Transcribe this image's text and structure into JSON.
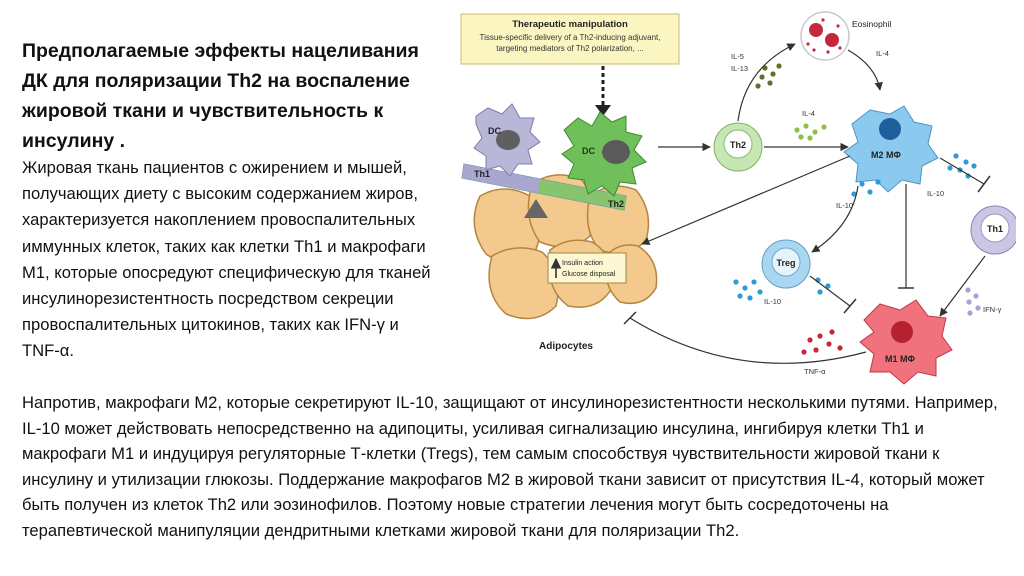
{
  "slide": {
    "title": "Предполагаемые эффекты нацеливания ДК для поляризации Th2 на воспаление жировой ткани и чувствительность к инсулину .",
    "intro": "Жировая ткань пациентов с ожирением и мышей, получающих диету с высоким содержанием жиров, характеризуется накоплением провоспалительных иммунных клеток, таких как клетки Th1 и макрофаги M1, которые опосредуют специфическую для тканей инсулинорезистентность посредством секреции провоспалительных цитокинов, таких как IFN-γ и TNF-α.",
    "body": "Напротив, макрофаги M2, которые секретируют IL-10, защищают от инсулинорезистентности несколькими путями. Например, IL-10 может действовать непосредственно на адипоциты, усиливая сигнализацию инсулина, ингибируя клетки Th1 и макрофаги M1 и индуцируя регуляторные Т-клетки (Tregs), тем самым способствуя чувствительности жировой ткани к инсулину и утилизации глюкозы. Поддержание макрофагов M2 в жировой ткани зависит от присутствия IL-4, который может быть получен из клеток Th2 или эозинофилов. Поэтому новые стратегии лечения могут быть сосредоточены на терапевтической манипуляции дендритными клетками жировой ткани для поляризации Th2."
  },
  "diagram": {
    "therapy_box": {
      "title": "Therapeutic manipulation",
      "line1": "Tissue-specific delivery of a Th2-inducing adjuvant,",
      "line2": "targeting mediators of Th2 polarization, ..."
    },
    "cells": {
      "dc_left": "DC",
      "dc_right": "DC",
      "balance_th1": "Th1",
      "balance_th2": "Th2",
      "th2": "Th2",
      "eosinophil": "Eosinophil",
      "m2": "M2 MΦ",
      "th1": "Th1",
      "treg": "Treg",
      "m1": "M1 MΦ",
      "adipocytes": "Adipocytes"
    },
    "insulin_box": {
      "line1": "Insulin action",
      "line2": "Glucose disposal"
    },
    "cytokines": {
      "il5": "IL-5",
      "il13": "IL-13",
      "il4_eos": "IL-4",
      "il4_th2": "IL-4",
      "il10_m2_left": "IL-10",
      "il10_m2_right": "IL-10",
      "il10_treg": "IL-10",
      "ifn": "IFN-γ",
      "tnf": "TNF-α"
    },
    "colors": {
      "dc_left": "#b9b7d8",
      "dc_right": "#6fbf5a",
      "th2_cell": "#c6e6b4",
      "m2": "#8cc9ee",
      "th1_cell": "#c9c7e4",
      "treg": "#a9d6f0",
      "m1": "#f0727c",
      "adipocyte": "#f3c98e",
      "eos_dots": "#c6283b",
      "il5_dots": "#5f6f2a",
      "il4_dots": "#8fbf47",
      "il10_dots": "#2e9bd2",
      "ifn_dots": "#a7a2d6",
      "tnf_dots": "#c6283b",
      "therapy_box": "#fbf5c2"
    }
  }
}
